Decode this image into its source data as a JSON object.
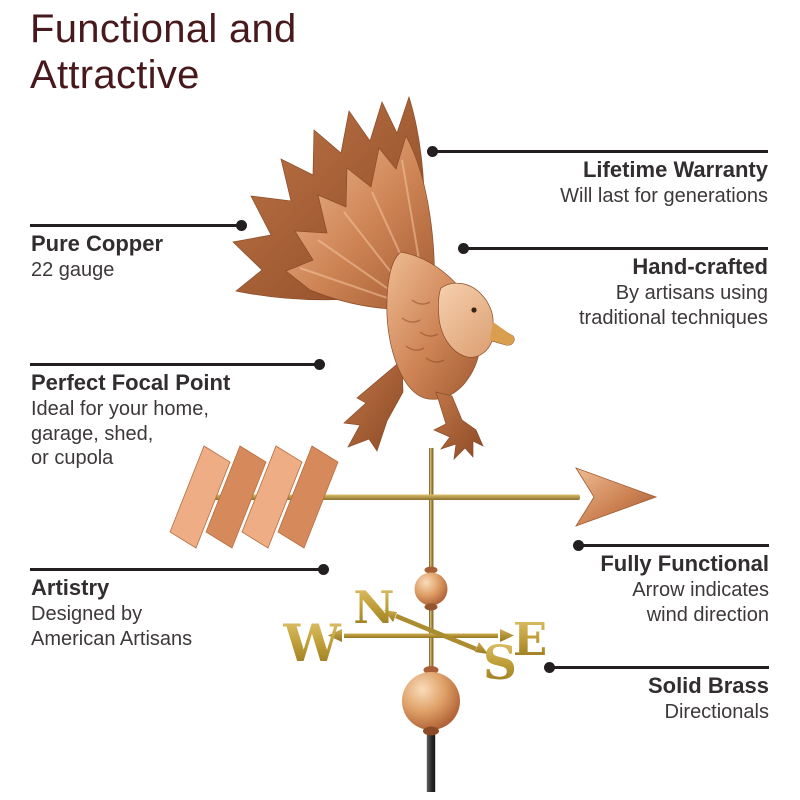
{
  "title": {
    "line1": "Functional and",
    "line2": "Attractive"
  },
  "callouts": {
    "lifetime_warranty": {
      "heading": "Lifetime Warranty",
      "lines": [
        "Will last for generations"
      ]
    },
    "pure_copper": {
      "heading": "Pure Copper",
      "lines": [
        "22 gauge"
      ]
    },
    "hand_crafted": {
      "heading": "Hand-crafted",
      "lines": [
        "By artisans using",
        "traditional techniques"
      ]
    },
    "perfect_focal_point и": {
      "heading": "",
      "lines": []
    },
    "perfect_focal_point": {
      "heading": "Perfect Focal Point",
      "lines": [
        "Ideal for your home,",
        "garage, shed,",
        "or cupola"
      ]
    },
    "artistry": {
      "heading": "Artistry",
      "lines": [
        "Designed by",
        "American Artisans"
      ]
    },
    "fully_functional": {
      "heading": "Fully Functional",
      "lines": [
        "Arrow indicates",
        "wind direction"
      ]
    },
    "solid_brass": {
      "heading": "Solid Brass",
      "lines": [
        "Directionals"
      ]
    }
  },
  "weathervane": {
    "directions": {
      "north": "N",
      "south": "S",
      "east": "E",
      "west": "W"
    }
  },
  "colors": {
    "title": "#47191d",
    "heading_text": "#322d2e",
    "body_text": "#3d3839",
    "leader": "#231f20",
    "copper": "#cd8354",
    "brass": "#b3922f"
  }
}
